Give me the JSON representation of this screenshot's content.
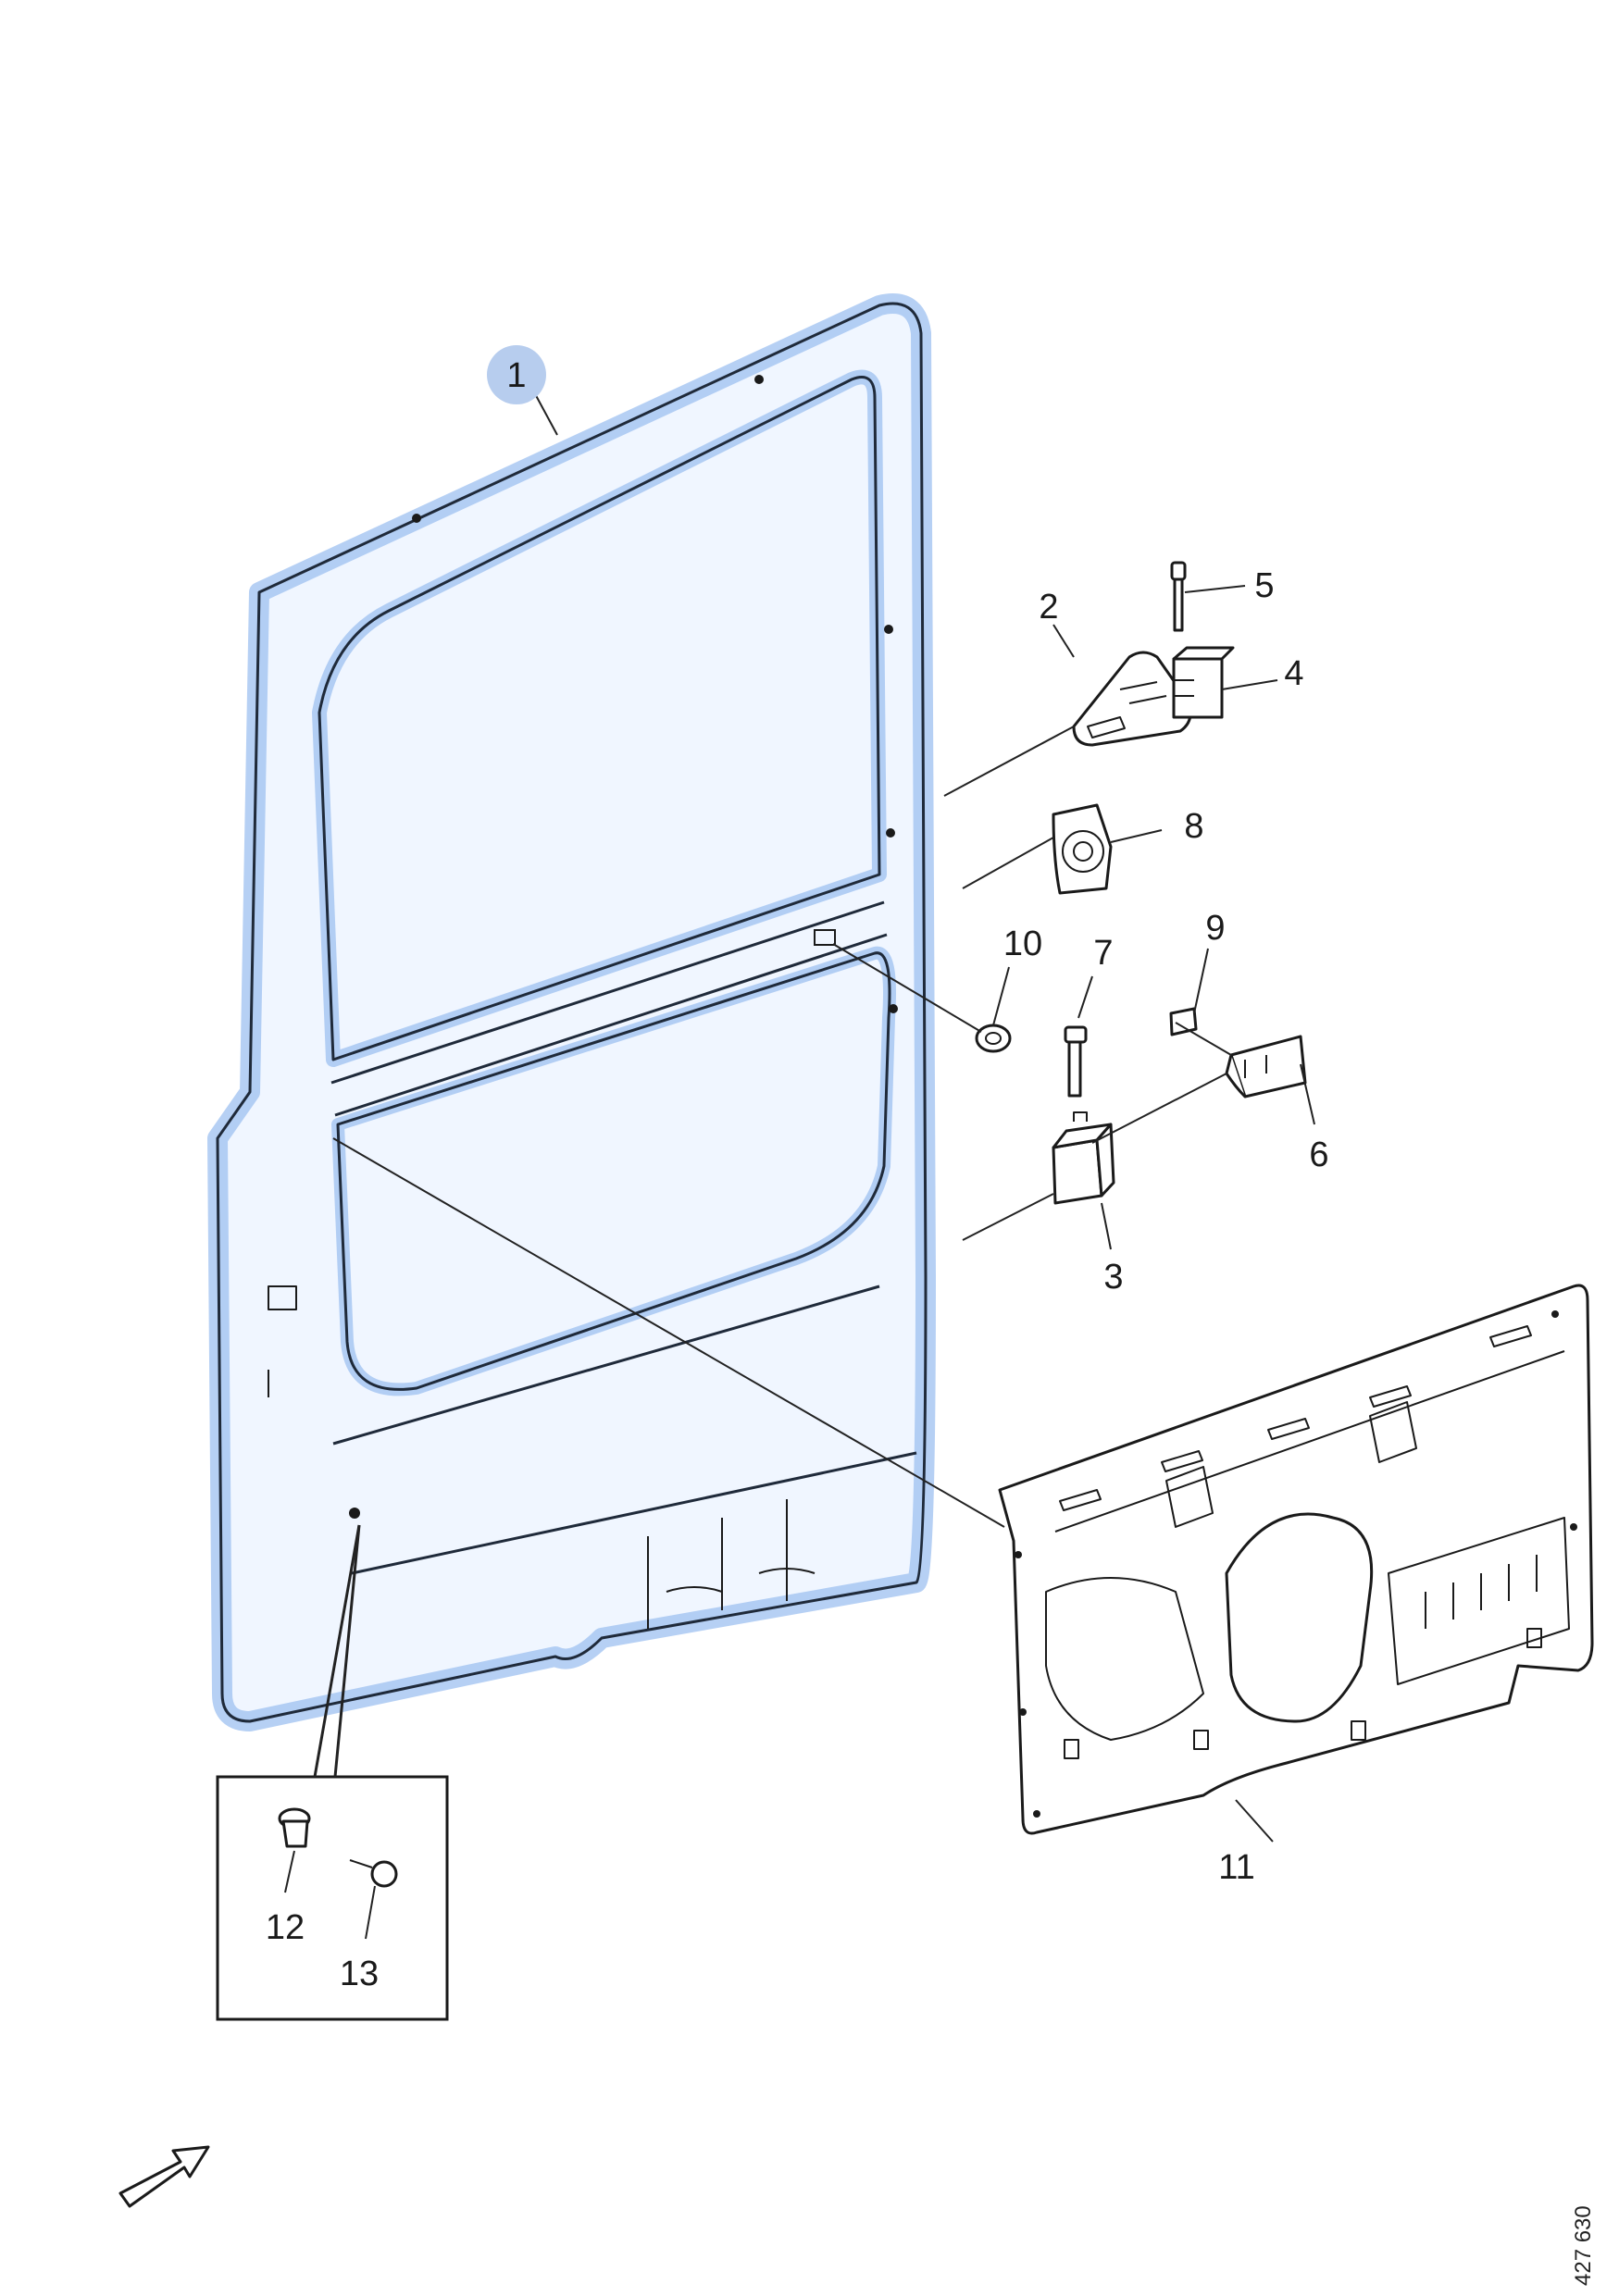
{
  "callouts": {
    "c1": "1",
    "c2": "2",
    "c3": "3",
    "c4": "4",
    "c5": "5",
    "c6": "6",
    "c7": "7",
    "c8": "8",
    "c9": "9",
    "c10": "10",
    "c11": "11",
    "c12": "12",
    "c13": "13"
  },
  "reference_number": "427 630",
  "colors": {
    "highlight": "#9ec0f0",
    "callout_1_badge": "#b7cdee"
  },
  "icons": {
    "direction": "arrow-icon"
  }
}
